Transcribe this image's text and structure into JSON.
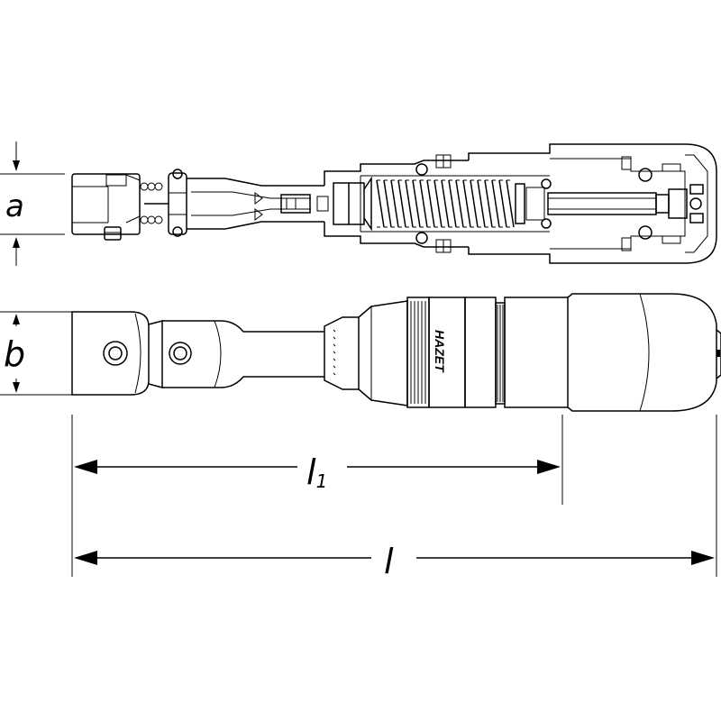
{
  "dimensions": {
    "a": "a",
    "b": "b",
    "l1_main": "l",
    "l1_sub": "1",
    "l": "l"
  },
  "logo": "HAZET"
}
